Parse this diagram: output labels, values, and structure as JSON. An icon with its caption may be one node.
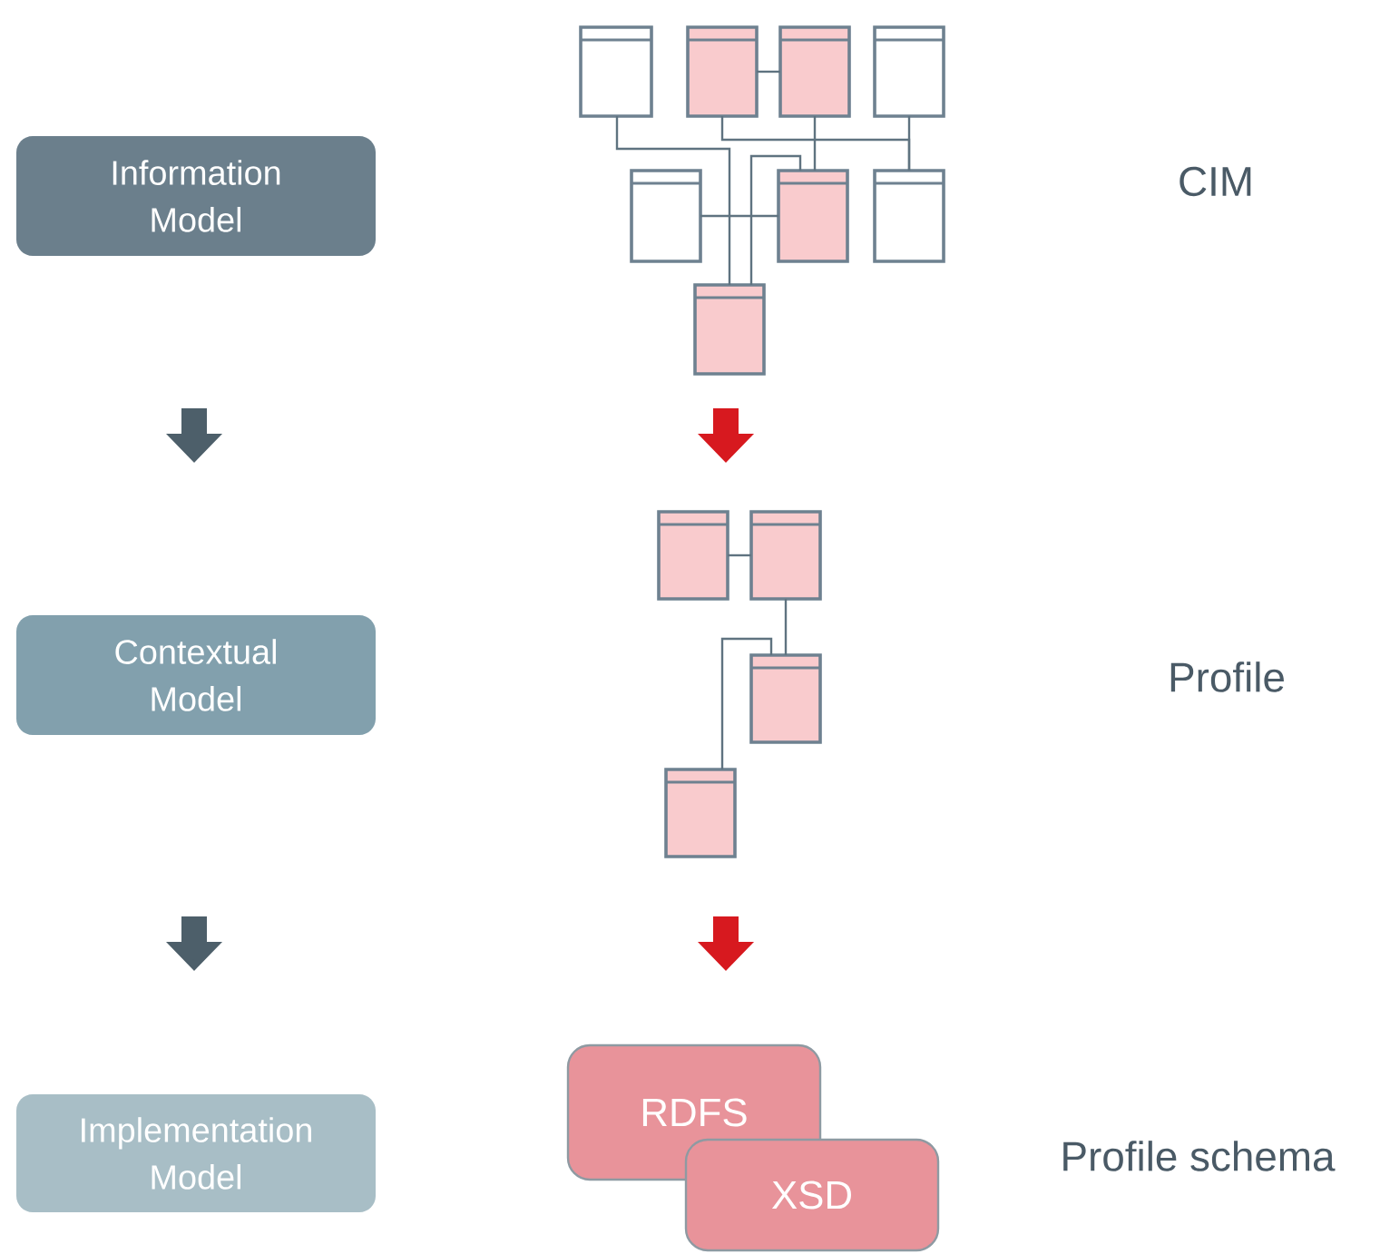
{
  "diagram": {
    "nodes": [
      {
        "text": [
          "Information Model"
        ]
      },
      {
        "text": [
          "Contextual Model"
        ]
      },
      {
        "text": [
          "Implementation Model"
        ]
      },
      {
        "text": [],
        "shape": "box"
      },
      {
        "text": [],
        "shape": "box"
      },
      {
        "text": [],
        "shape": "box"
      },
      {
        "text": [],
        "shape": "box"
      },
      {
        "text": [],
        "shape": "box"
      },
      {
        "text": [],
        "shape": "box"
      },
      {
        "text": [],
        "shape": "box"
      },
      {
        "text": [],
        "shape": "box"
      },
      {
        "text": [],
        "shape": "box"
      },
      {
        "text": [],
        "shape": "box"
      },
      {
        "text": [],
        "shape": "box"
      },
      {
        "text": [],
        "shape": "box"
      },
      {
        "text": [
          "RDFS"
        ]
      },
      {
        "text": [
          "XSD"
        ]
      }
    ],
    "edges": [
      {
        "from": 4,
        "to": 5,
        "arrow": "none"
      },
      {
        "from": 3,
        "to": 10,
        "arrow": "none"
      },
      {
        "from": 4,
        "to": 9,
        "arrow": "none"
      },
      {
        "from": 6,
        "to": 9,
        "arrow": "none"
      },
      {
        "from": 5,
        "to": 8,
        "arrow": "none"
      },
      {
        "from": 8,
        "to": 10,
        "arrow": "none"
      },
      {
        "from": 7,
        "to": 8,
        "arrow": "none"
      },
      {
        "from": 11,
        "to": 12,
        "arrow": "none"
      },
      {
        "from": 12,
        "to": 13,
        "arrow": "none"
      },
      {
        "from": 13,
        "to": 14,
        "arrow": "none"
      }
    ],
    "labels": [
      "CIM",
      "Profile",
      "Profile schema"
    ]
  }
}
